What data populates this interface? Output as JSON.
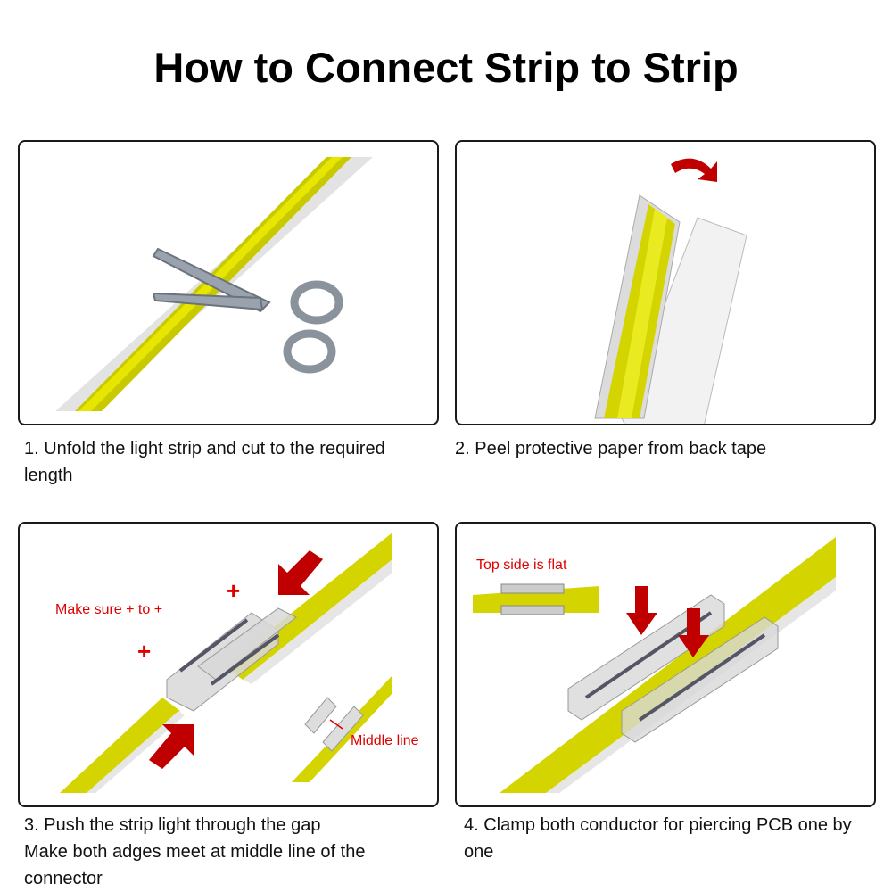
{
  "title": "How to Connect Strip to Strip",
  "steps": [
    {
      "caption": "1. Unfold the light strip and cut to the required length"
    },
    {
      "caption": "2. Peel protective paper from back tape"
    },
    {
      "caption_lines": [
        "3. Push the strip light through the gap",
        "Make both adges meet at middle line of the connector"
      ],
      "labels": {
        "polarity": "Make sure + to +",
        "plus": "+",
        "middle": "Middle line"
      }
    },
    {
      "caption": "4. Clamp both conductor for piercing PCB one by one",
      "labels": {
        "top": "Top side is flat"
      }
    }
  ],
  "colors": {
    "strip": "#d4d400",
    "arrow": "#c00000",
    "label": "#e00000"
  }
}
